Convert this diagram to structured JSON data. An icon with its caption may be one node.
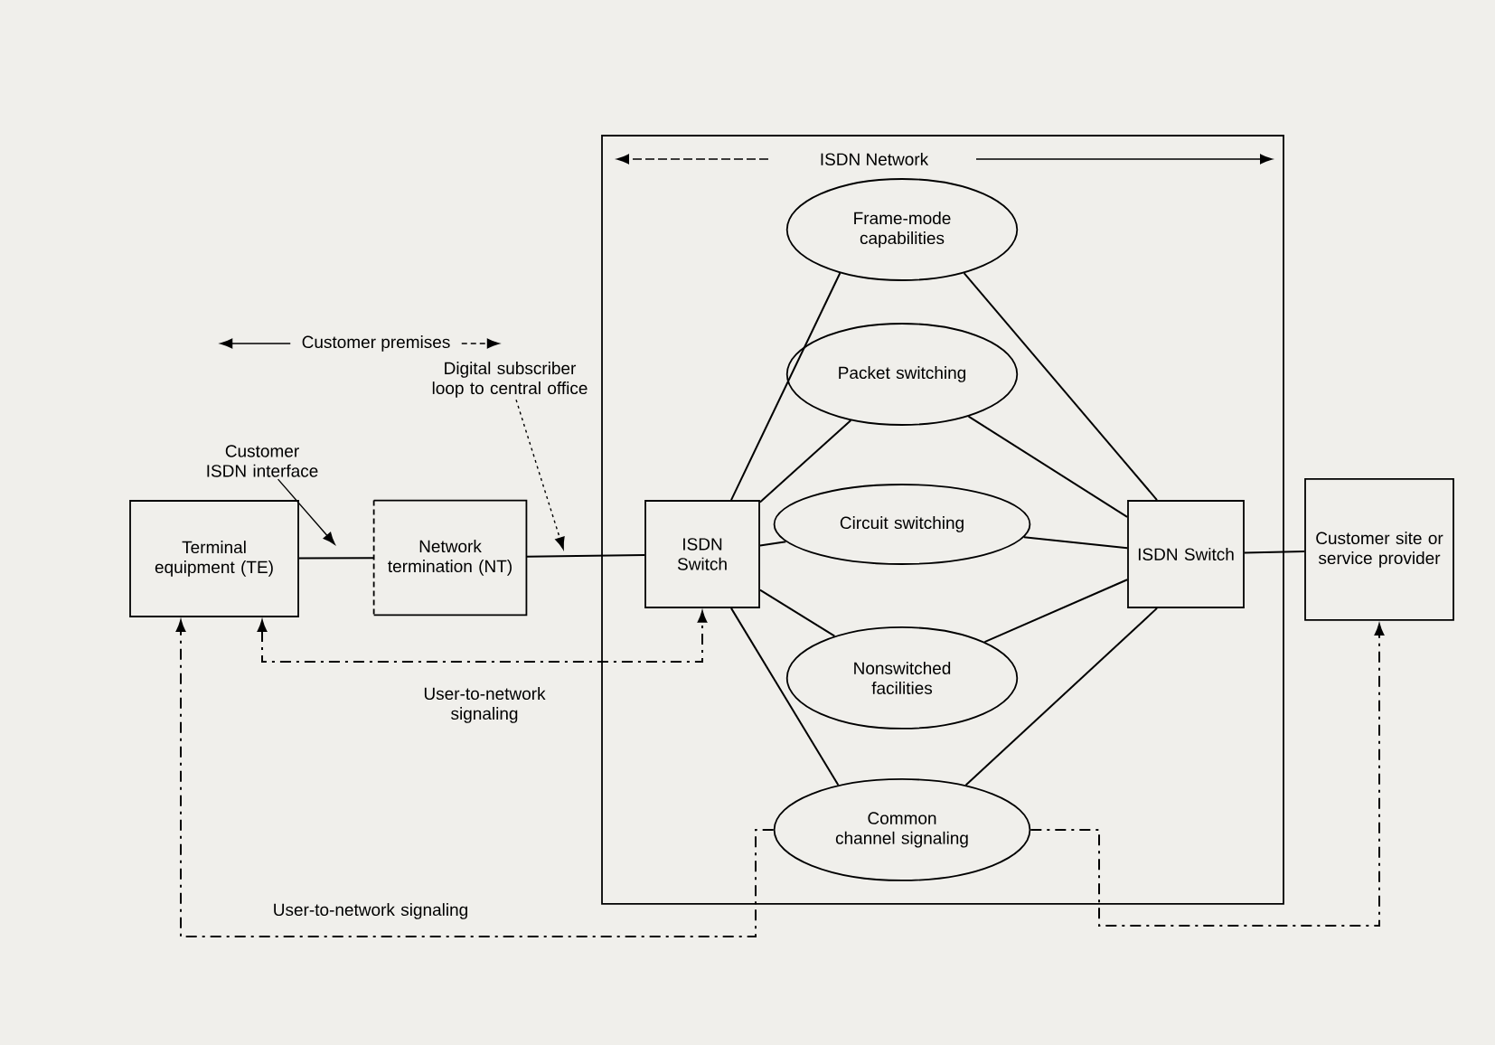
{
  "diagram": {
    "nodes": [
      {
        "text": [
          "ISDN Network"
        ]
      },
      {
        "text": [
          "Terminal equipment (TE)"
        ]
      },
      {
        "text": [
          "Network termination (NT)"
        ]
      },
      {
        "text": [
          "ISDN Switch"
        ],
        "in": 0
      },
      {
        "text": [
          "Frame-mode capabilities"
        ],
        "in": 0
      },
      {
        "text": [
          "Packet switching"
        ],
        "in": 0
      },
      {
        "text": [
          "Circuit switching"
        ],
        "in": 0
      },
      {
        "text": [
          "Nonswitched facilities"
        ],
        "in": 0
      },
      {
        "text": [
          "Common channel signaling"
        ],
        "in": 0
      },
      {
        "text": [
          "ISDN Switch"
        ],
        "in": 0
      },
      {
        "text": [
          "Customer site or service provider"
        ]
      },
      {
        "text": [
          "Customer ISDN interface"
        ]
      },
      {
        "text": [
          "Digital subscriber loop to central office"
        ]
      }
    ],
    "edges": [
      {
        "from": 1,
        "to": 2,
        "arrow": "none"
      },
      {
        "from": 2,
        "to": 3,
        "arrow": "none"
      },
      {
        "from": 3,
        "to": 4,
        "arrow": "none"
      },
      {
        "from": 3,
        "to": 5,
        "arrow": "none"
      },
      {
        "from": 3,
        "to": 6,
        "arrow": "none"
      },
      {
        "from": 3,
        "to": 7,
        "arrow": "none"
      },
      {
        "from": 3,
        "to": 8,
        "arrow": "none"
      },
      {
        "from": 4,
        "to": 9,
        "arrow": "none"
      },
      {
        "from": 5,
        "to": 9,
        "arrow": "none"
      },
      {
        "from": 6,
        "to": 9,
        "arrow": "none"
      },
      {
        "from": 7,
        "to": 9,
        "arrow": "none"
      },
      {
        "from": 8,
        "to": 9,
        "arrow": "none"
      },
      {
        "from": 9,
        "to": 10,
        "arrow": "none"
      },
      {
        "from": 1,
        "to": 3,
        "arrow": "both",
        "style": "dashed",
        "label": "User-to-network signaling"
      },
      {
        "from": 8,
        "to": 1,
        "arrow": "to",
        "style": "dashed",
        "label": "User-to-network signaling"
      },
      {
        "from": 8,
        "to": 10,
        "arrow": "to",
        "style": "dashed"
      },
      {
        "from": 11,
        "to": null,
        "arrow": "to"
      },
      {
        "from": 12,
        "to": null,
        "arrow": "to",
        "style": "dashed"
      }
    ],
    "labels": [
      "Customer premises"
    ]
  }
}
